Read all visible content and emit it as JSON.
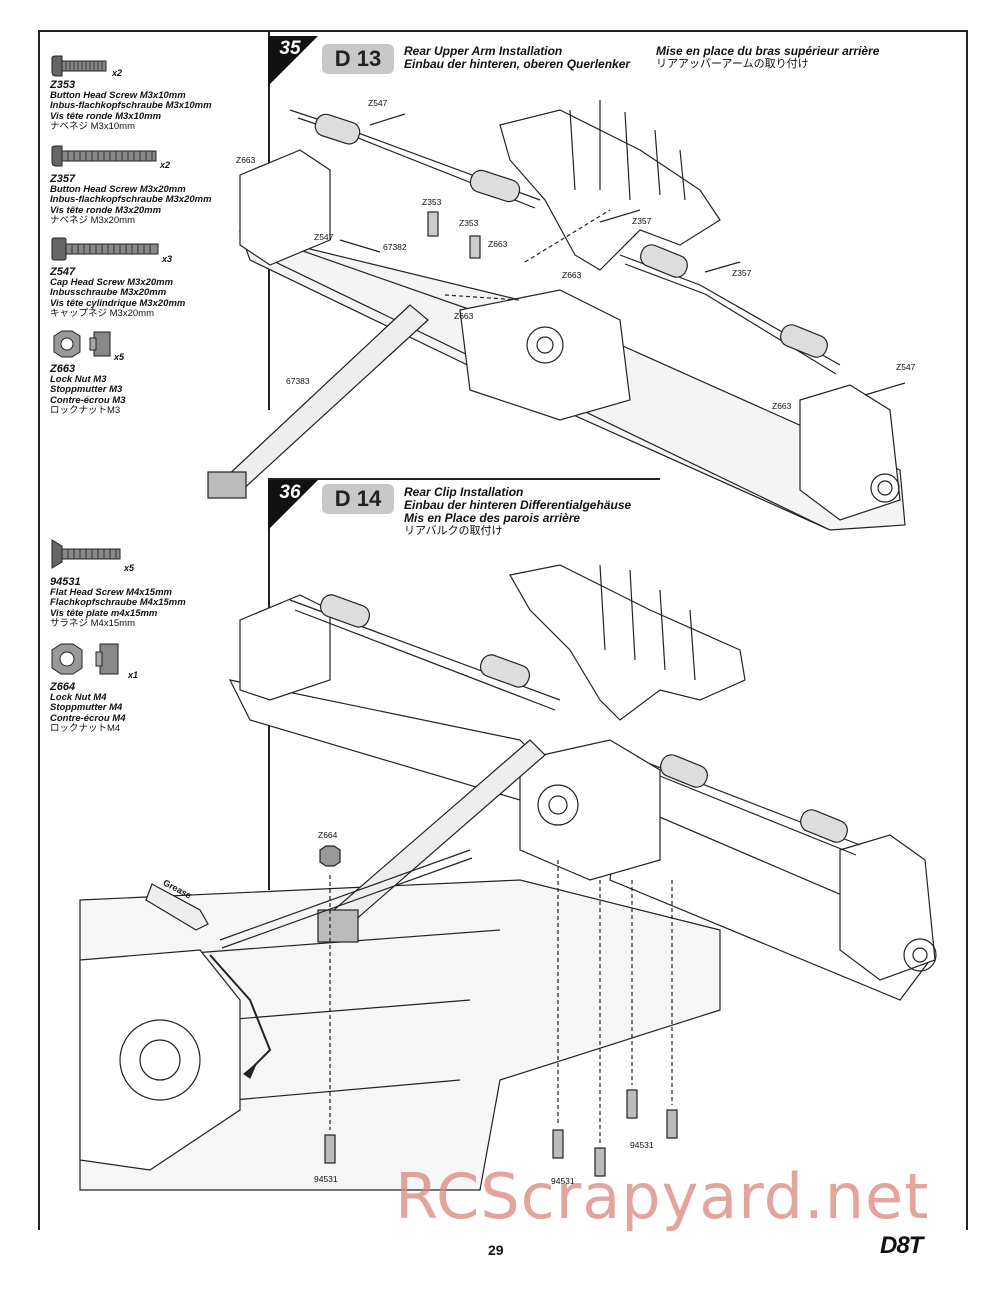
{
  "step35": {
    "number": "35",
    "code": "D 13",
    "title_en": "Rear Upper Arm Installation",
    "title_de": "Einbau der hinteren, oberen Querlenker",
    "title_fr": "Mise en place du bras supérieur arrière",
    "title_ja": "リアアッパーアームの取り付け"
  },
  "step36": {
    "number": "36",
    "code": "D 14",
    "title_en": "Rear Clip Installation",
    "title_de": "Einbau der hinteren Differentialgehäuse",
    "title_fr": "Mis en Place des parois arrière",
    "title_ja": "リアバルクの取付け"
  },
  "parts35": [
    {
      "code": "Z353",
      "qty": "x2",
      "en": "Button Head Screw M3x10mm",
      "de": "Inbus-flachkopfschraube M3x10mm",
      "fr": "Vis tête ronde M3x10mm",
      "ja": "ナベネジ M3x10mm"
    },
    {
      "code": "Z357",
      "qty": "x2",
      "en": "Button Head Screw M3x20mm",
      "de": "Inbus-flachkopfschraube M3x20mm",
      "fr": "Vis tête ronde M3x20mm",
      "ja": "ナベネジ M3x20mm"
    },
    {
      "code": "Z547",
      "qty": "x3",
      "en": "Cap Head Screw M3x20mm",
      "de": "Inbusschraube M3x20mm",
      "fr": "Vis tête cylindrique M3x20mm",
      "ja": "キャップネジ M3x20mm"
    },
    {
      "code": "Z663",
      "qty": "x5",
      "en": "Lock Nut M3",
      "de": "Stoppmutter M3",
      "fr": "Contre-écrou M3",
      "ja": "ロックナットM3"
    }
  ],
  "parts36": [
    {
      "code": "94531",
      "qty": "x5",
      "en": "Flat Head Screw M4x15mm",
      "de": "Flachkopfschraube M4x15mm",
      "fr": "Vis tête plate m4x15mm",
      "ja": "サラネジ M4x15mm"
    },
    {
      "code": "Z664",
      "qty": "x1",
      "en": "Lock Nut M4",
      "de": "Stoppmutter M4",
      "fr": "Contre-écrou M4",
      "ja": "ロックナットM4"
    }
  ],
  "callouts35": {
    "z547_top": "Z547",
    "z663_left": "Z663",
    "z353_a": "Z353",
    "z353_b": "Z353",
    "z663_mid": "Z663",
    "z357_a": "Z357",
    "z547_left": "Z547",
    "p67382": "67382",
    "z663_c": "Z663",
    "z357_b": "Z357",
    "z663_d": "Z663",
    "p67383": "67383",
    "z663_e": "Z663",
    "z547_right": "Z547"
  },
  "callouts36": {
    "z664": "Z664",
    "grease": "Grease",
    "s1": "94531",
    "s2": "94531",
    "s3": "94531"
  },
  "footer": {
    "page_number": "29",
    "watermark": "RCScrapyard.net",
    "logo": "D8T"
  }
}
